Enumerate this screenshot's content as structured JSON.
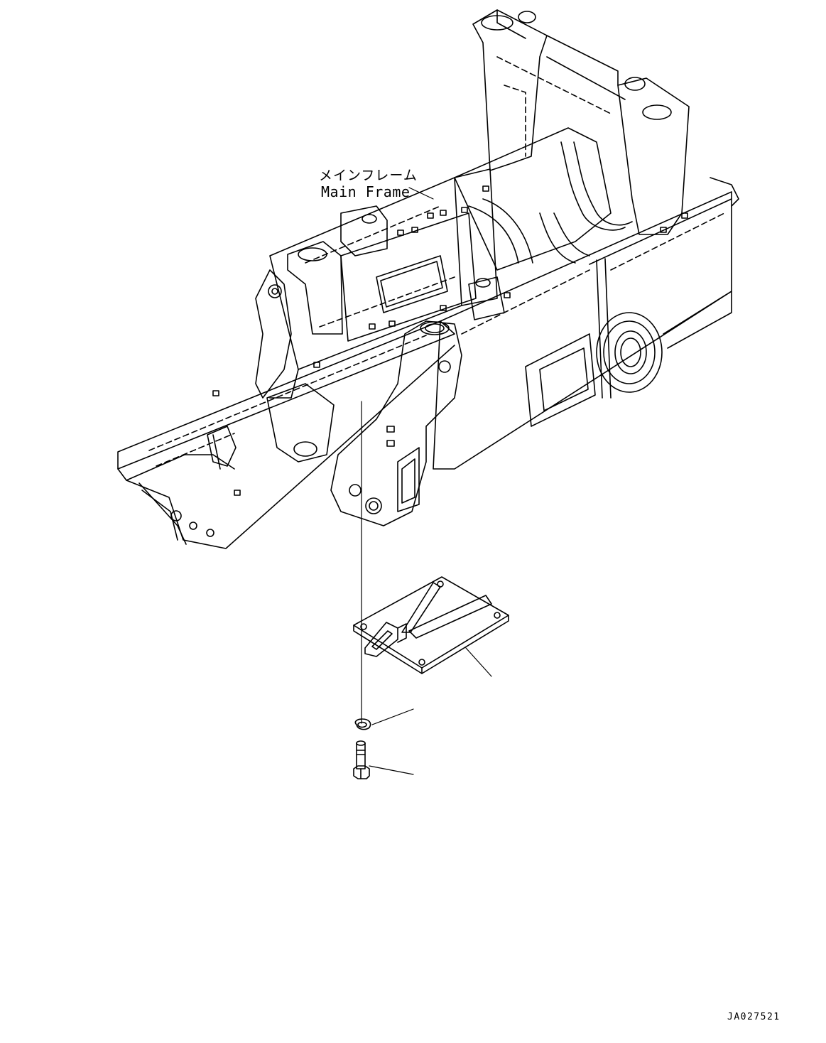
{
  "labels": {
    "main_frame_jp": "メインフレーム",
    "main_frame_en": "Main Frame"
  },
  "document_id": "JA027521",
  "colors": {
    "line": "#000000",
    "background": "#ffffff"
  }
}
